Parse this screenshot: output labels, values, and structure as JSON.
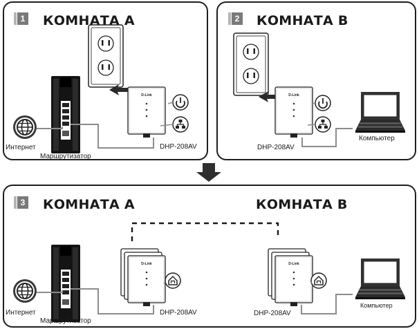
{
  "steps": [
    {
      "number": "1",
      "title": "КОМНАТА А",
      "labels": {
        "internet": "Интернет",
        "router": "Маршрутизатор",
        "device": "DHP-208AV"
      }
    },
    {
      "number": "2",
      "title": "КОМНАТА B",
      "labels": {
        "device": "DHP-208AV",
        "computer": "Компьютер"
      }
    },
    {
      "number": "3",
      "title_a": "КОМНАТА А",
      "title_b": "КОМНАТА B",
      "labels": {
        "internet": "Интернет",
        "router": "Маршрутизатор",
        "device_a": "DHP-208AV",
        "device_b": "DHP-208AV",
        "computer": "Компьютер"
      }
    }
  ],
  "adapter_brand": "D-Link",
  "icons": [
    "globe-icon",
    "power-icon",
    "ethernet-icon",
    "homeplug-icon",
    "down-arrow-icon"
  ],
  "colors": {
    "outline": "#1e1e1e",
    "cable": "#8c8c8c",
    "badge": "#7a7a7a",
    "router": "#141414"
  }
}
